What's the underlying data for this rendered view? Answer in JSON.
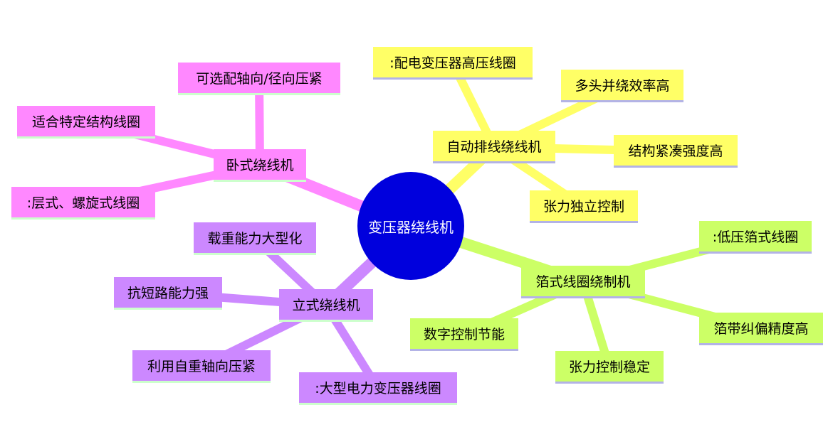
{
  "center": {
    "label": "变压器绕线机",
    "color": "#0000dd"
  },
  "branches": [
    {
      "id": "auto",
      "label": "自动排线绕线机",
      "color": "#ffff66",
      "underline": "#b3b3e6",
      "children": [
        {
          "label": ":配电变压器高压线圈"
        },
        {
          "label": "多头并绕效率高"
        },
        {
          "label": "结构紧凑强度高"
        },
        {
          "label": "张力独立控制"
        }
      ]
    },
    {
      "id": "foil",
      "label": "箔式线圈绕制机",
      "color": "#ccff66",
      "underline": "#b3b3e6",
      "children": [
        {
          "label": ":低压箔式线圈"
        },
        {
          "label": "箔带纠偏精度高"
        },
        {
          "label": "张力控制稳定"
        },
        {
          "label": "数字控制节能"
        }
      ]
    },
    {
      "id": "vertical",
      "label": "立式绕线机",
      "color": "#cc88ff",
      "underline": "#ccffcc",
      "children": [
        {
          "label": ":大型电力变压器线圈"
        },
        {
          "label": "利用自重轴向压紧"
        },
        {
          "label": "抗短路能力强"
        },
        {
          "label": "载重能力大型化"
        }
      ]
    },
    {
      "id": "horizontal",
      "label": "卧式绕线机",
      "color": "#ff88ff",
      "underline": "#ccffcc",
      "children": [
        {
          "label": ":层式、螺旋式线圈"
        },
        {
          "label": "适合特定结构线圈"
        },
        {
          "label": "可选配轴向/径向压紧"
        }
      ]
    }
  ]
}
